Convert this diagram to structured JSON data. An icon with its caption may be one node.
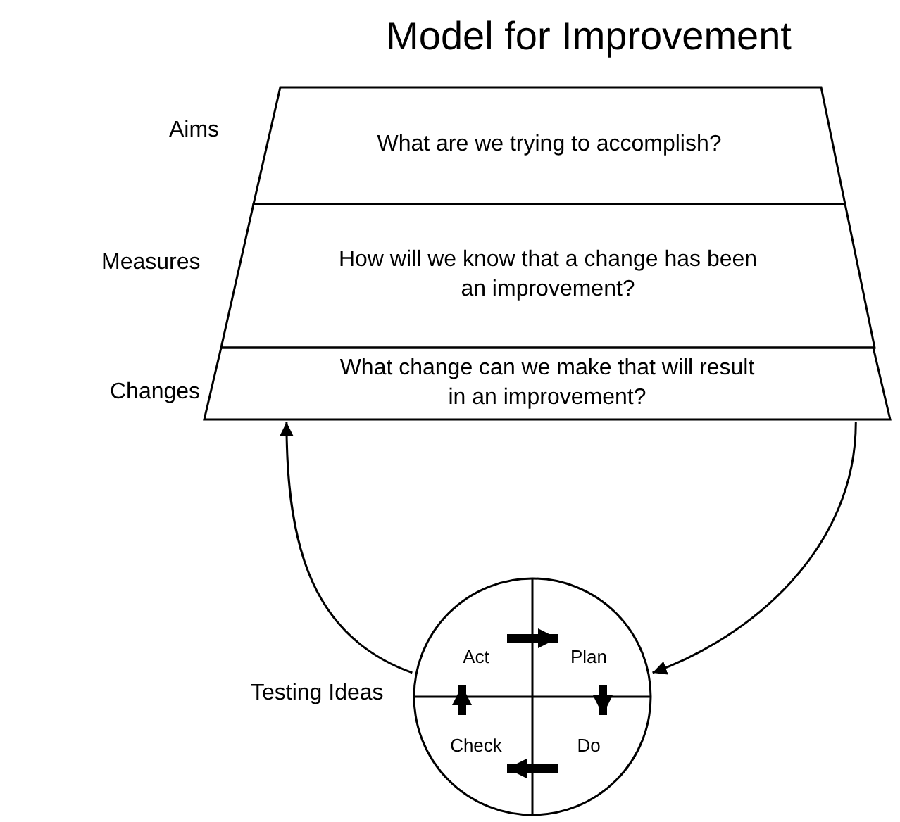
{
  "diagram": {
    "title": "Model for Improvement",
    "nodes": [
      {
        "text": [
          "What are we trying to accomplish?"
        ],
        "beside": [
          "Aims"
        ]
      },
      {
        "text": [
          "How will we know that a change has been an improvement?"
        ],
        "beside": [
          "Measures"
        ]
      },
      {
        "text": [
          "What change can we make that will result in an improvement?"
        ],
        "beside": [
          "Changes"
        ]
      },
      {
        "text": [],
        "shape": "circle",
        "beside": [
          "Testing Ideas"
        ]
      },
      {
        "text": [
          "Act"
        ],
        "in": 3
      },
      {
        "text": [
          "Plan"
        ],
        "in": 3
      },
      {
        "text": [
          "Check"
        ],
        "in": 3
      },
      {
        "text": [
          "Do"
        ],
        "in": 3
      }
    ],
    "edges": [
      {
        "from": 2,
        "to": 3,
        "arrow": "to"
      },
      {
        "from": 3,
        "to": 2,
        "arrow": "to"
      },
      {
        "from": 4,
        "to": 5,
        "arrow": "to"
      },
      {
        "from": 5,
        "to": 7,
        "arrow": "to"
      },
      {
        "from": 7,
        "to": 6,
        "arrow": "to"
      },
      {
        "from": 6,
        "to": 4,
        "arrow": "to"
      }
    ]
  }
}
